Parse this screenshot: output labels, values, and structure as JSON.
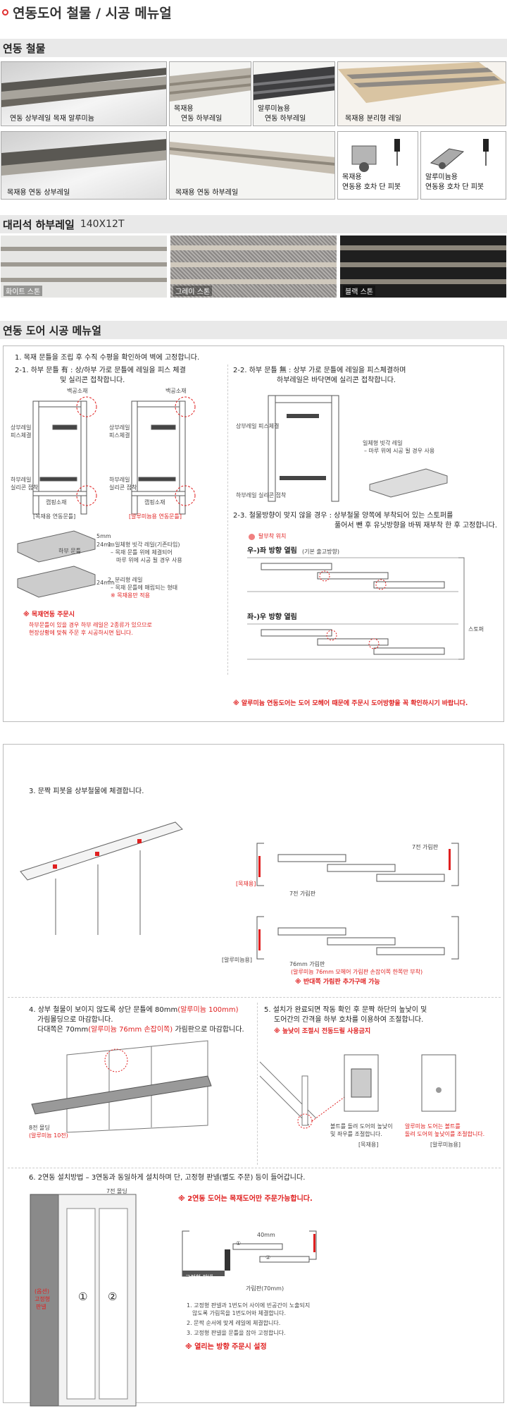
{
  "title": "연동도어 철물 / 시공 메뉴얼",
  "sec1": "연동 철물",
  "hw": [
    {
      "l1": "연동 상부레일  목재 알루미늄",
      "l2": ""
    },
    {
      "l1": "목재용",
      "l2": "연동 하부레일"
    },
    {
      "l1": "알루미늄용",
      "l2": "연동 하부레일"
    },
    {
      "l1": "목재용 분리형 레일",
      "l2": ""
    },
    {
      "l1": "목재용  연동 상부레일",
      "l2": ""
    },
    {
      "l1": "목재용  연동 하부레일",
      "l2": ""
    },
    {
      "l1": "목재용",
      "l2": "연동용 호차     단 피봇"
    },
    {
      "l1": "알루미늄용",
      "l2": "연동용 호차     단 피봇"
    }
  ],
  "sec2": "대리석 하부레일",
  "sec2_size": "140X12T",
  "stones": [
    "화이트 스톤",
    "그레이 스톤",
    "블랙 스톤"
  ],
  "sec3": "연동 도어 시공 메뉴얼",
  "m": {
    "s1": "1. 목재 문틀을 조립 후 수직 수평을 확인하여 벽에 고정합니다.",
    "s21a": "2-1. 하부 문틀 有 : 상/하부 가로 문틀에 레일을 피스 체결",
    "s21b": "및 실리콘 접착합니다.",
    "baek1": "백공소재",
    "baek2": "백공소재",
    "up1a": "상부레일",
    "up1b": "피스체결",
    "up2a": "상부레일",
    "up2b": "피스체결",
    "lo1a": "하부레일",
    "lo1b": "실리콘 접착",
    "lo2a": "하부레일",
    "lo2b": "실리콘 접착",
    "cap1": "캡핑소재",
    "cap2": "캡핑소재",
    "frame1": "[목재용 연동문틀]",
    "frame2": "[알루미늄용 연동문틀]",
    "d1": "5mm",
    "d2": "24mm",
    "d3": "24mm",
    "rail_t": "하부 문틀",
    "n1a": "1. 일체형 빗각 레일(기존타입)",
    "n1b": "– 목재 문틀 위에 체결되어",
    "n1c": "마루 위에 시공 될 경우 사용",
    "n2a": "2. 분리형 레일",
    "n2b": "– 목재 문틀에 매립되는 형태",
    "n2c": "※ 목재용만 적용",
    "warn1": "※ 목재연동 주문시",
    "warn1b": "하부문틀이 있을 경우 하부 레일은 2종류가 있으므로",
    "warn1c": "현장상황에 맞춰 주문 후 시공하시면 됩니다.",
    "s22a": "2-2. 하부 문틀 無 : 상부 가로 문틀에 레일을 피스체결하며",
    "s22b": "하부레일은 바닥면에 실리콘 접착합니다.",
    "up3": "상부레일 피스체결",
    "lo3": "하부레일 실리콘 접착",
    "oneA": "일체형 빗각 레일",
    "oneB": "– 마루 위에 시공 될 경우 사용",
    "s23a": "2-3. 철물방향이 맞지 않을 경우 : 상부철물 양쪽에 부착되어 있는 스토퍼를",
    "s23b": "풀어서 뺀 후 유닛방향을 바꿔 재부착 한 후 고정합니다.",
    "stopper": "탈부착 위치",
    "rl": "우-)좌 방향 열림",
    "rl_s": "(기본 출고방향)",
    "lr": "좌-)우 방향 열림",
    "stop": "스토퍼",
    "warn2": "※ 알루미늄 연동도어는 도어 모헤어 때문에 주문시 도어방향을 꼭 확인하시기 바랍니다."
  },
  "p3": {
    "s3": "3. 문짝 피봇을 상부철물에 체결합니다.",
    "g7a": "7전 가림판",
    "wood": "[목재용]",
    "g7b": "7전 가림판",
    "alu": "[알루미늄용]",
    "g76": "76mm 가림판",
    "g76s": "(알루미늄 76mm 모헤어 가림판 손잡이쪽 한쪽만 부착)",
    "warn3": "※ 반대쪽 가림판 추가구매 가능",
    "s4a": "4. 상부 철물이 보이지 않도록 상단 문틀에 80mm",
    "s4a_r": "(알루미늄 100mm)",
    "s4b": "가림몰딩으로 마감합니다.",
    "s4c": "다대쪽은 70mm",
    "s4c_r": "(알루미늄 76mm 손잡이쪽)",
    "s4c2": " 가림판으로 마감합니다.",
    "mold1": "8전 몰딩",
    "mold2": "(알루미늄 10전)",
    "s5a": "5. 설치가 완료되면 작동 확인 후 문짝 하단의 높낮이 및",
    "s5b": "도어간의 간격을 하부 호차를 이용하여 조절합니다.",
    "warn5": "※ 높낮이 조절시 전동드릴 사용금지",
    "b1a": "볼트를 돌려 도어의 높낮이",
    "b1b": "및 좌우를 조절합니다.",
    "b2a": "알루미늄 도어는 볼트를",
    "b2b": "돌려 도어의 높낮이를 조절합니다.",
    "lw": "[목재용]",
    "la": "[알루미늄용]",
    "s6": "6. 2연동 설치방법 – 3연동과 동일하게 설치하며 단, 고정형 판넬(별도 주문) 등이 들어갑니다.",
    "mold7": "7전 몰딩",
    "warn6": "※ 2연동 도어는 목재도어만 주문가능합니다.",
    "fixa": "(옵션)",
    "fixb": "고정형",
    "fixc": "판넬",
    "c1": "①",
    "c2": "②",
    "mm40": "40mm",
    "gate": "가림판(70mm)",
    "fix_lbl": "고정형 판넬",
    "n6a": "1. 고정형 판넬과 1번도어 사이에 빈공간이 노출되지",
    "n6b": "않도록 가림목을 1번도어와 체결합니다.",
    "n6c": "2. 문짝 순서에 맞게 레일에 체결합니다.",
    "n6d": "3. 고정형 판넬을 문틀을 잡아 고정합니다.",
    "warn7": "※ 열리는 방향 주문시 설정"
  },
  "colors": {
    "red": "#e02020",
    "bar": "#e9e9e9"
  }
}
